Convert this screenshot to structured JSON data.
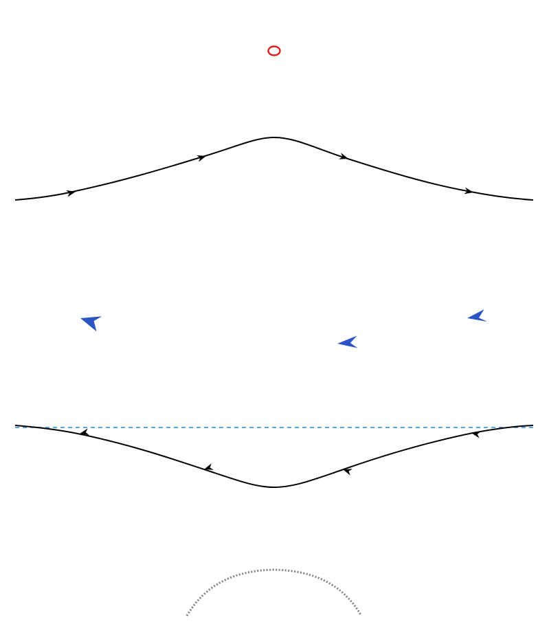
{
  "diagram": {
    "type": "flow-lines",
    "colors": {
      "background": "#ffffff",
      "flow_line": "#000000",
      "marker_circle": "#e01b1b",
      "arrowheads": "#2b55c4",
      "dashed_line": "#1f88e5",
      "dotted_arc": "#808080"
    },
    "elements": [
      {
        "id": "upper-flow-line",
        "style": "solid",
        "direction": "left-to-right",
        "shape": "crest"
      },
      {
        "id": "lower-flow-line",
        "style": "solid",
        "direction": "right-to-left",
        "shape": "trough"
      },
      {
        "id": "red-circle",
        "style": "outline"
      },
      {
        "id": "blue-arrowheads",
        "count": 3,
        "direction": "pointing-left"
      },
      {
        "id": "dashed-reference-line",
        "style": "dashed"
      },
      {
        "id": "dotted-arc",
        "style": "dotted"
      }
    ]
  }
}
